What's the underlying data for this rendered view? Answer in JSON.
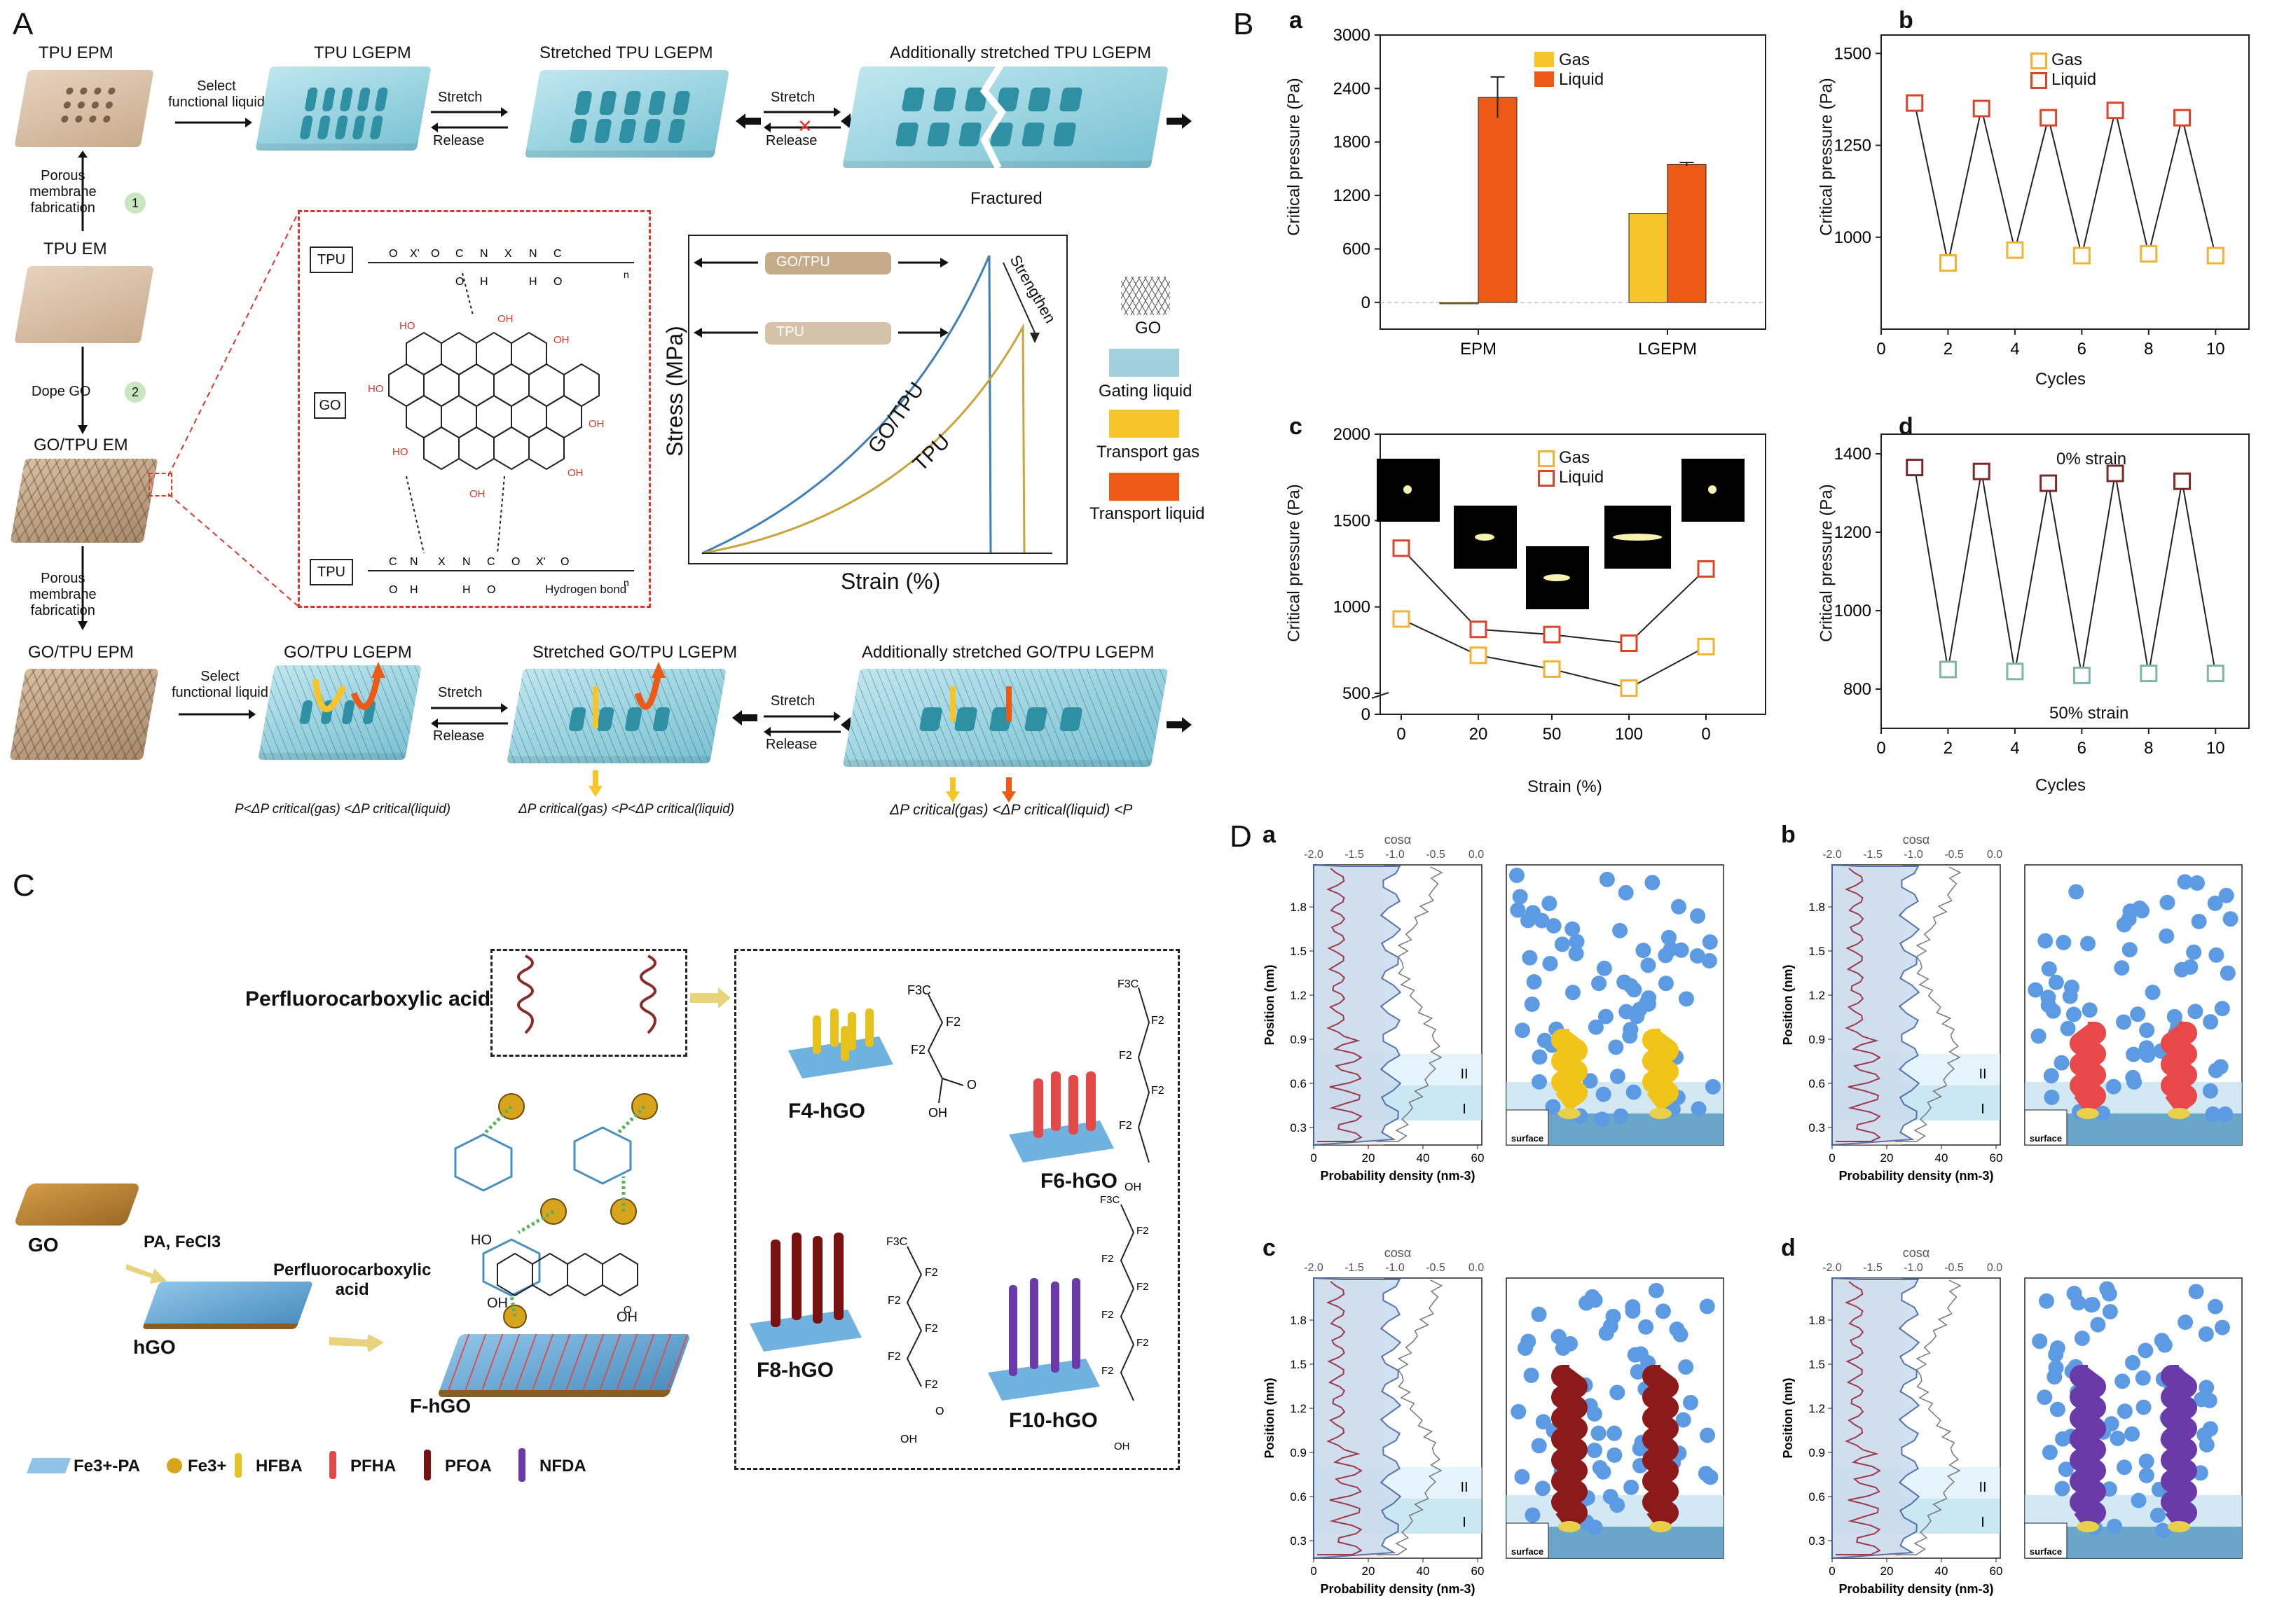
{
  "panels": {
    "A": "A",
    "B": "B",
    "C": "C",
    "D": "D"
  },
  "panelA": {
    "row1": {
      "epm": "TPU EPM",
      "lgepm": "TPU LGEPM",
      "stretched": "Stretched TPU LGEPM",
      "additional": "Additionally stretched TPU LGEPM",
      "select": "Select\nfunctional liquid",
      "stretch": "Stretch",
      "release": "Release",
      "stretch2": "Stretch",
      "release2": "Release",
      "fractured": "Fractured"
    },
    "left": {
      "porous1": "Porous\nmembrane\nfabrication",
      "step1": "1",
      "em": "TPU EM",
      "dope": "Dope GO",
      "step2": "2",
      "goem": "GO/TPU EM",
      "porous2": "Porous\nmembrane\nfabrication"
    },
    "row3": {
      "goepm": "GO/TPU EPM",
      "golgepm": "GO/TPU LGEPM",
      "stretched": "Stretched GO/TPU LGEPM",
      "additional": "Additionally stretched GO/TPU LGEPM",
      "select": "Select\nfunctional liquid",
      "stretch": "Stretch",
      "release": "Release",
      "stretch2": "Stretch",
      "release2": "Release"
    },
    "eq": {
      "eq1": "P<ΔP critical(gas) <ΔP critical(liquid)",
      "eq2": "ΔP critical(gas) <P<ΔP critical(liquid)",
      "eq3": "ΔP critical(gas) <ΔP critical(liquid) <P"
    },
    "chem": {
      "tpu1": "TPU",
      "go": "GO",
      "tpu2": "TPU",
      "hbond": "Hydrogen bond"
    },
    "stress": {
      "ylabel": "Stress (MPa)",
      "xlabel": "Strain (%)",
      "gotpu": "GO/TPU",
      "tpu": "TPU",
      "strengthen": "Strengthen",
      "sample1": "GO/TPU",
      "sample2": "TPU"
    },
    "legend": {
      "go": "GO",
      "gating": "Gating liquid",
      "gas": "Transport gas",
      "liquid": "Transport liquid"
    }
  },
  "colors": {
    "gas": "#f7c52a",
    "liquid": "#ec5a16",
    "gating": "#9fd0dc",
    "go": "#444444",
    "gasSquare": "#f2b233",
    "liquidSquare": "#d9452b",
    "strain0": "#7d2727",
    "strain50": "#7fb6a5",
    "tpuCurve": "#c9a43a",
    "gotpuCurve": "#3f7fb5"
  },
  "panelB": {
    "a": {
      "letter": "a",
      "ylabel": "Critical pressure (Pa)",
      "yticks": [
        "0",
        "600",
        "1200",
        "1800",
        "2400",
        "3000"
      ],
      "categories": [
        "EPM",
        "LGEPM"
      ],
      "legend": [
        "Gas",
        "Liquid"
      ]
    },
    "b": {
      "letter": "b",
      "ylabel": "Critical pressure (Pa)",
      "xlabel": "Cycles",
      "yticks": [
        "1000",
        "1250",
        "1500"
      ],
      "xticks": [
        "0",
        "2",
        "4",
        "6",
        "8",
        "10"
      ],
      "legend": [
        "Gas",
        "Liquid"
      ]
    },
    "c": {
      "letter": "c",
      "ylabel": "Critical pressure (Pa)",
      "xlabel": "Strain (%)",
      "yticks": [
        "0",
        "500",
        "1000",
        "1500",
        "2000"
      ],
      "xticks": [
        "0",
        "20",
        "50",
        "100",
        "0"
      ],
      "legend": [
        "Gas",
        "Liquid"
      ]
    },
    "d": {
      "letter": "d",
      "ylabel": "Critical pressure (Pa)",
      "xlabel": "Cycles",
      "yticks": [
        "800",
        "1000",
        "1200",
        "1400"
      ],
      "xticks": [
        "0",
        "2",
        "4",
        "6",
        "8",
        "10"
      ],
      "strain0": "0% strain",
      "strain50": "50% strain"
    }
  },
  "panelC": {
    "acid": "Perfluorocarboxylic acid",
    "go": "GO",
    "pa": "PA, FeCl3",
    "hgo": "hGO",
    "acid2": "Perfluorocarboxylic\nacid",
    "fhgo": "F-hGO",
    "f4": "F4-hGO",
    "f6": "F6-hGO",
    "f8": "F8-hGO",
    "f10": "F10-hGO",
    "legend": [
      "Fe3+-PA",
      "Fe3+",
      "HFBA",
      "PFHA",
      "PFOA",
      "NFDA"
    ],
    "ho": "HO",
    "oh": "OH"
  },
  "panelD": {
    "letters": [
      "a",
      "b",
      "c",
      "d"
    ],
    "toplabel": "cosα",
    "topticks": [
      "-2.0",
      "-1.5",
      "-1.0",
      "-0.5",
      "0.0"
    ],
    "yticks": [
      "0.3",
      "0.6",
      "0.9",
      "1.2",
      "1.5",
      "1.8"
    ],
    "xticks": [
      "0",
      "20",
      "40",
      "60"
    ],
    "ylabel": "Position (nm)",
    "xlabel": "Probability density  (nm-3)",
    "regionII": "II",
    "regionI": "I",
    "surface": "surface"
  },
  "chart_data": [
    {
      "type": "bar",
      "panel": "B-a",
      "categories": [
        "EPM",
        "LGEPM"
      ],
      "series": [
        {
          "name": "Gas",
          "values": [
            0,
            1000
          ]
        },
        {
          "name": "Liquid",
          "values": [
            2300,
            1550
          ]
        }
      ],
      "errors": {
        "Liquid": [
          230,
          20
        ]
      },
      "ylabel": "Critical pressure (Pa)",
      "ylim": [
        -300,
        3000
      ]
    },
    {
      "type": "line",
      "panel": "B-b",
      "x": [
        1,
        2,
        3,
        4,
        5,
        6,
        7,
        8,
        9,
        10
      ],
      "series": [
        {
          "name": "Gas",
          "x": [
            2,
            4,
            6,
            8,
            10
          ],
          "values": [
            930,
            965,
            950,
            955,
            950
          ]
        },
        {
          "name": "Liquid",
          "x": [
            1,
            3,
            5,
            7,
            9
          ],
          "values": [
            1365,
            1350,
            1325,
            1345,
            1325
          ]
        }
      ],
      "xlabel": "Cycles",
      "ylabel": "Critical pressure (Pa)",
      "xlim": [
        0,
        11
      ],
      "ylim": [
        750,
        1550
      ]
    },
    {
      "type": "line",
      "panel": "B-c",
      "categories": [
        "0",
        "20",
        "50",
        "100",
        "0"
      ],
      "series": [
        {
          "name": "Gas",
          "values": [
            930,
            720,
            640,
            530,
            770
          ]
        },
        {
          "name": "Liquid",
          "values": [
            1340,
            870,
            840,
            790,
            1220
          ]
        }
      ],
      "xlabel": "Strain (%)",
      "ylabel": "Critical pressure (Pa)",
      "ylim": [
        0,
        2000
      ]
    },
    {
      "type": "line",
      "panel": "B-d",
      "series": [
        {
          "name": "0% strain",
          "x": [
            1,
            3,
            5,
            7,
            9
          ],
          "values": [
            1365,
            1355,
            1325,
            1350,
            1330
          ]
        },
        {
          "name": "50% strain",
          "x": [
            2,
            4,
            6,
            8,
            10
          ],
          "values": [
            850,
            845,
            835,
            840,
            840
          ]
        }
      ],
      "xlabel": "Cycles",
      "ylabel": "Critical pressure (Pa)",
      "xlim": [
        0,
        11
      ],
      "ylim": [
        700,
        1450
      ]
    }
  ]
}
